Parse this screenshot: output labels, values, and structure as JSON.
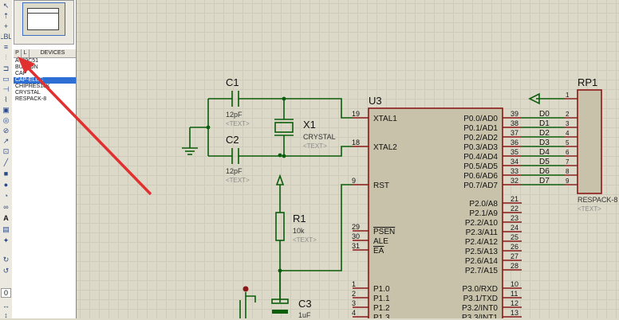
{
  "panel": {
    "pick_label": "P",
    "lib_label": "L",
    "title": "DEVICES",
    "devices": [
      "AT89C51",
      "BUTTON",
      "CAP",
      "CAP-ELEC",
      "CHIPRES10K",
      "CRYSTAL",
      "RESPACK-8"
    ],
    "selected_index": 3
  },
  "toolbar": {
    "zoom_value": "0"
  },
  "colors": {
    "wire": "#0b5e0b",
    "pin": "#8a1818",
    "body": "#c7c2a9",
    "text_placeholder": "#8c8c8c",
    "annotation_arrow": "#e03030"
  },
  "schematic": {
    "placeholder": "<TEXT>",
    "c1": {
      "ref": "C1",
      "value": "12pF"
    },
    "c2": {
      "ref": "C2",
      "value": "12pF"
    },
    "x1": {
      "ref": "X1",
      "value": "CRYSTAL"
    },
    "r1": {
      "ref": "R1",
      "value": "10k"
    },
    "c3": {
      "ref": "C3",
      "value": "1uF"
    },
    "rp1": {
      "ref": "RP1",
      "value": "RESPACK-8",
      "pin1": "1"
    },
    "u3": {
      "ref": "U3",
      "left_pins": [
        {
          "num": "19",
          "name": "XTAL1"
        },
        {
          "num": "18",
          "name": "XTAL2"
        },
        {
          "num": "9",
          "name": "RST"
        },
        {
          "num": "29",
          "name": "PSEN"
        },
        {
          "num": "30",
          "name": "ALE"
        },
        {
          "num": "31",
          "name": "EA"
        },
        {
          "num": "1",
          "name": "P1.0"
        },
        {
          "num": "2",
          "name": "P1.1"
        },
        {
          "num": "3",
          "name": "P1.2"
        },
        {
          "num": "4",
          "name": "P1.3"
        }
      ],
      "right_pins": [
        {
          "num": "39",
          "name": "P0.0/AD0",
          "net": "D0",
          "rp": "2"
        },
        {
          "num": "38",
          "name": "P0.1/AD1",
          "net": "D1",
          "rp": "3"
        },
        {
          "num": "37",
          "name": "P0.2/AD2",
          "net": "D2",
          "rp": "4"
        },
        {
          "num": "36",
          "name": "P0.3/AD3",
          "net": "D3",
          "rp": "5"
        },
        {
          "num": "35",
          "name": "P0.4/AD4",
          "net": "D4",
          "rp": "6"
        },
        {
          "num": "34",
          "name": "P0.5/AD5",
          "net": "D5",
          "rp": "7"
        },
        {
          "num": "33",
          "name": "P0.6/AD6",
          "net": "D6",
          "rp": "8"
        },
        {
          "num": "32",
          "name": "P0.7/AD7",
          "net": "D7",
          "rp": "9"
        },
        {
          "num": "21",
          "name": "P2.0/A8"
        },
        {
          "num": "22",
          "name": "P2.1/A9"
        },
        {
          "num": "23",
          "name": "P2.2/A10"
        },
        {
          "num": "24",
          "name": "P2.3/A11"
        },
        {
          "num": "25",
          "name": "P2.4/A12"
        },
        {
          "num": "26",
          "name": "P2.5/A13"
        },
        {
          "num": "27",
          "name": "P2.6/A14"
        },
        {
          "num": "28",
          "name": "P2.7/A15"
        },
        {
          "num": "10",
          "name": "P3.0/RXD"
        },
        {
          "num": "11",
          "name": "P3.1/TXD"
        },
        {
          "num": "12",
          "name": "P3.2/INT0"
        },
        {
          "num": "13",
          "name": "P3.3/INT1"
        }
      ]
    }
  }
}
